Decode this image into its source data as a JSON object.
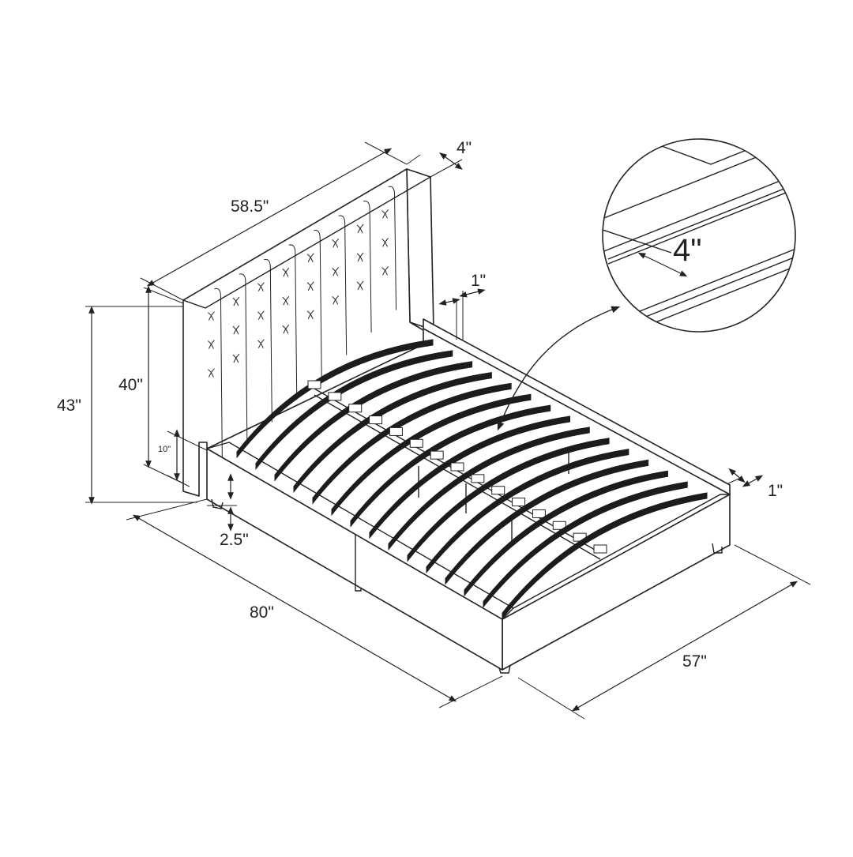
{
  "diagram": {
    "subject": "platform bed with tufted headboard",
    "line_color": "#222222",
    "background": "#ffffff"
  },
  "dimensions": {
    "headboard_width": "58.5\"",
    "headboard_depth": "4\"",
    "headboard_height": "40\"",
    "overall_height": "43\"",
    "side_rail_height": "10\"",
    "leg_height": "2.5\"",
    "length": "80\"",
    "width": "57\"",
    "slat_gap": "1\"",
    "rail_thickness": "1\"",
    "slat_width": "4\""
  }
}
